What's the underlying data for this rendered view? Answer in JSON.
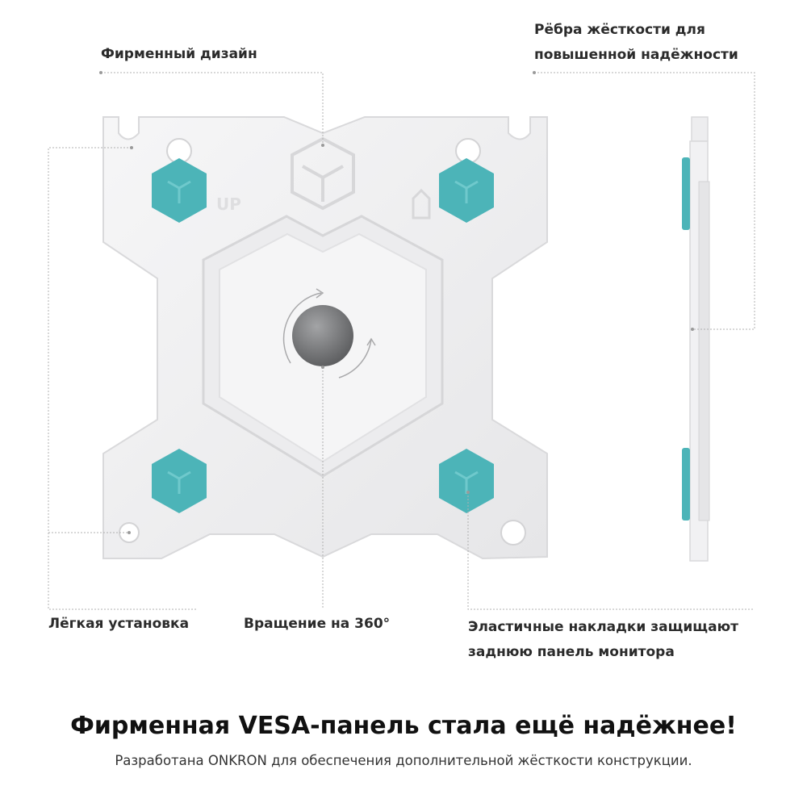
{
  "callouts": {
    "brand_design": "Фирменный дизайн",
    "ribs_line1": "Рёбра жёсткости для",
    "ribs_line2": "повышенной надёжности",
    "easy_install": "Лёгкая установка",
    "rotation": "Вращение на 360°",
    "pads_line1": "Эластичные накладки защищают",
    "pads_line2": "заднюю панель монитора"
  },
  "plate_markings": {
    "up": "UP"
  },
  "headline": "Фирменная VESA-панель стала ещё надёжнее!",
  "subline": "Разработана ONKRON для обеспечения дополнительной жёсткости конструкции.",
  "colors": {
    "pad_teal": "#4cb4b8",
    "plate_white": "#f2f2f3",
    "knob_gray": "#7d7e80",
    "leader_line": "#b0b0b0"
  }
}
